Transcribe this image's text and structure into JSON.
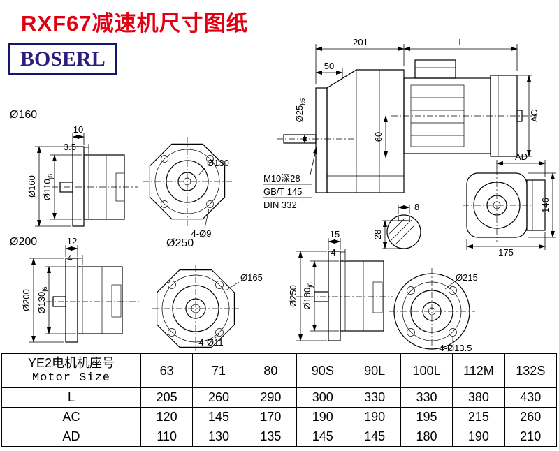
{
  "page": {
    "title": "RXF67减速机尺寸图纸",
    "logo": "BOSERL"
  },
  "main_view": {
    "dim_201": "201",
    "dim_l": "L",
    "dim_50": "50",
    "shaft_dia": "Ø25",
    "shaft_fit": "k6",
    "dim_60": "60",
    "dim_ac": "AC",
    "note1": "M10深28",
    "note2": "GB/T 145",
    "note3": "DIN 332"
  },
  "key_section": {
    "dim_8": "8",
    "dim_28": "28"
  },
  "end_view": {
    "dim_ad": "AD",
    "dim_146": "146",
    "dim_175": "175"
  },
  "flange160": {
    "label": "Ø160",
    "dim_thk": "10",
    "dim_step": "3.5",
    "od": "Ø160",
    "spigot": "Ø110",
    "spigot_fit": "j6",
    "bolt_circle": "Ø130",
    "holes": "4-Ø9"
  },
  "flange200": {
    "label": "Ø200",
    "dim_thk": "12",
    "dim_step": "4",
    "od": "Ø200",
    "spigot": "Ø130",
    "spigot_fit": "j6",
    "bolt_circle": "Ø165",
    "holes": "4-Ø11"
  },
  "flange250": {
    "label": "Ø250",
    "dim_thk": "15",
    "dim_step": "4",
    "od": "Ø250",
    "spigot": "Ø180",
    "spigot_fit": "j6",
    "bolt_circle": "Ø215",
    "holes": "4-Ø13.5"
  },
  "table": {
    "header_cn": "YE2电机机座号",
    "header_en": "Motor Size",
    "columns": [
      "63",
      "71",
      "80",
      "90S",
      "90L",
      "100L",
      "112M",
      "132S"
    ],
    "rows": [
      {
        "label": "L",
        "values": [
          "205",
          "260",
          "290",
          "300",
          "330",
          "330",
          "380",
          "430"
        ]
      },
      {
        "label": "AC",
        "values": [
          "120",
          "145",
          "170",
          "190",
          "190",
          "195",
          "215",
          "260"
        ]
      },
      {
        "label": "AD",
        "values": [
          "110",
          "130",
          "135",
          "145",
          "145",
          "180",
          "190",
          "210"
        ]
      }
    ]
  }
}
